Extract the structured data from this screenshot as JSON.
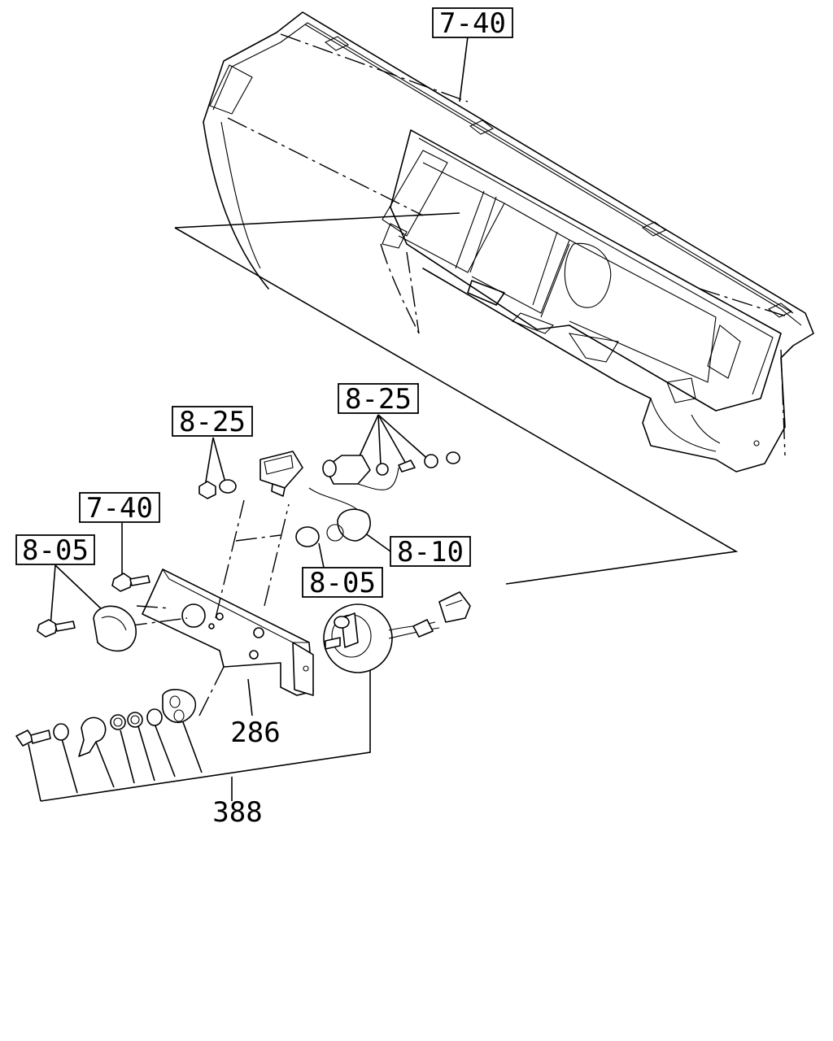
{
  "diagram": {
    "callouts": {
      "ref_7_40_top": "7-40",
      "ref_8_25_left": "8-25",
      "ref_8_25_right": "8-25",
      "ref_7_40_left": "7-40",
      "ref_8_05_left": "8-05",
      "ref_8_05_mid": "8-05",
      "ref_8_10": "8-10",
      "part_286": "286",
      "part_388": "388"
    }
  }
}
